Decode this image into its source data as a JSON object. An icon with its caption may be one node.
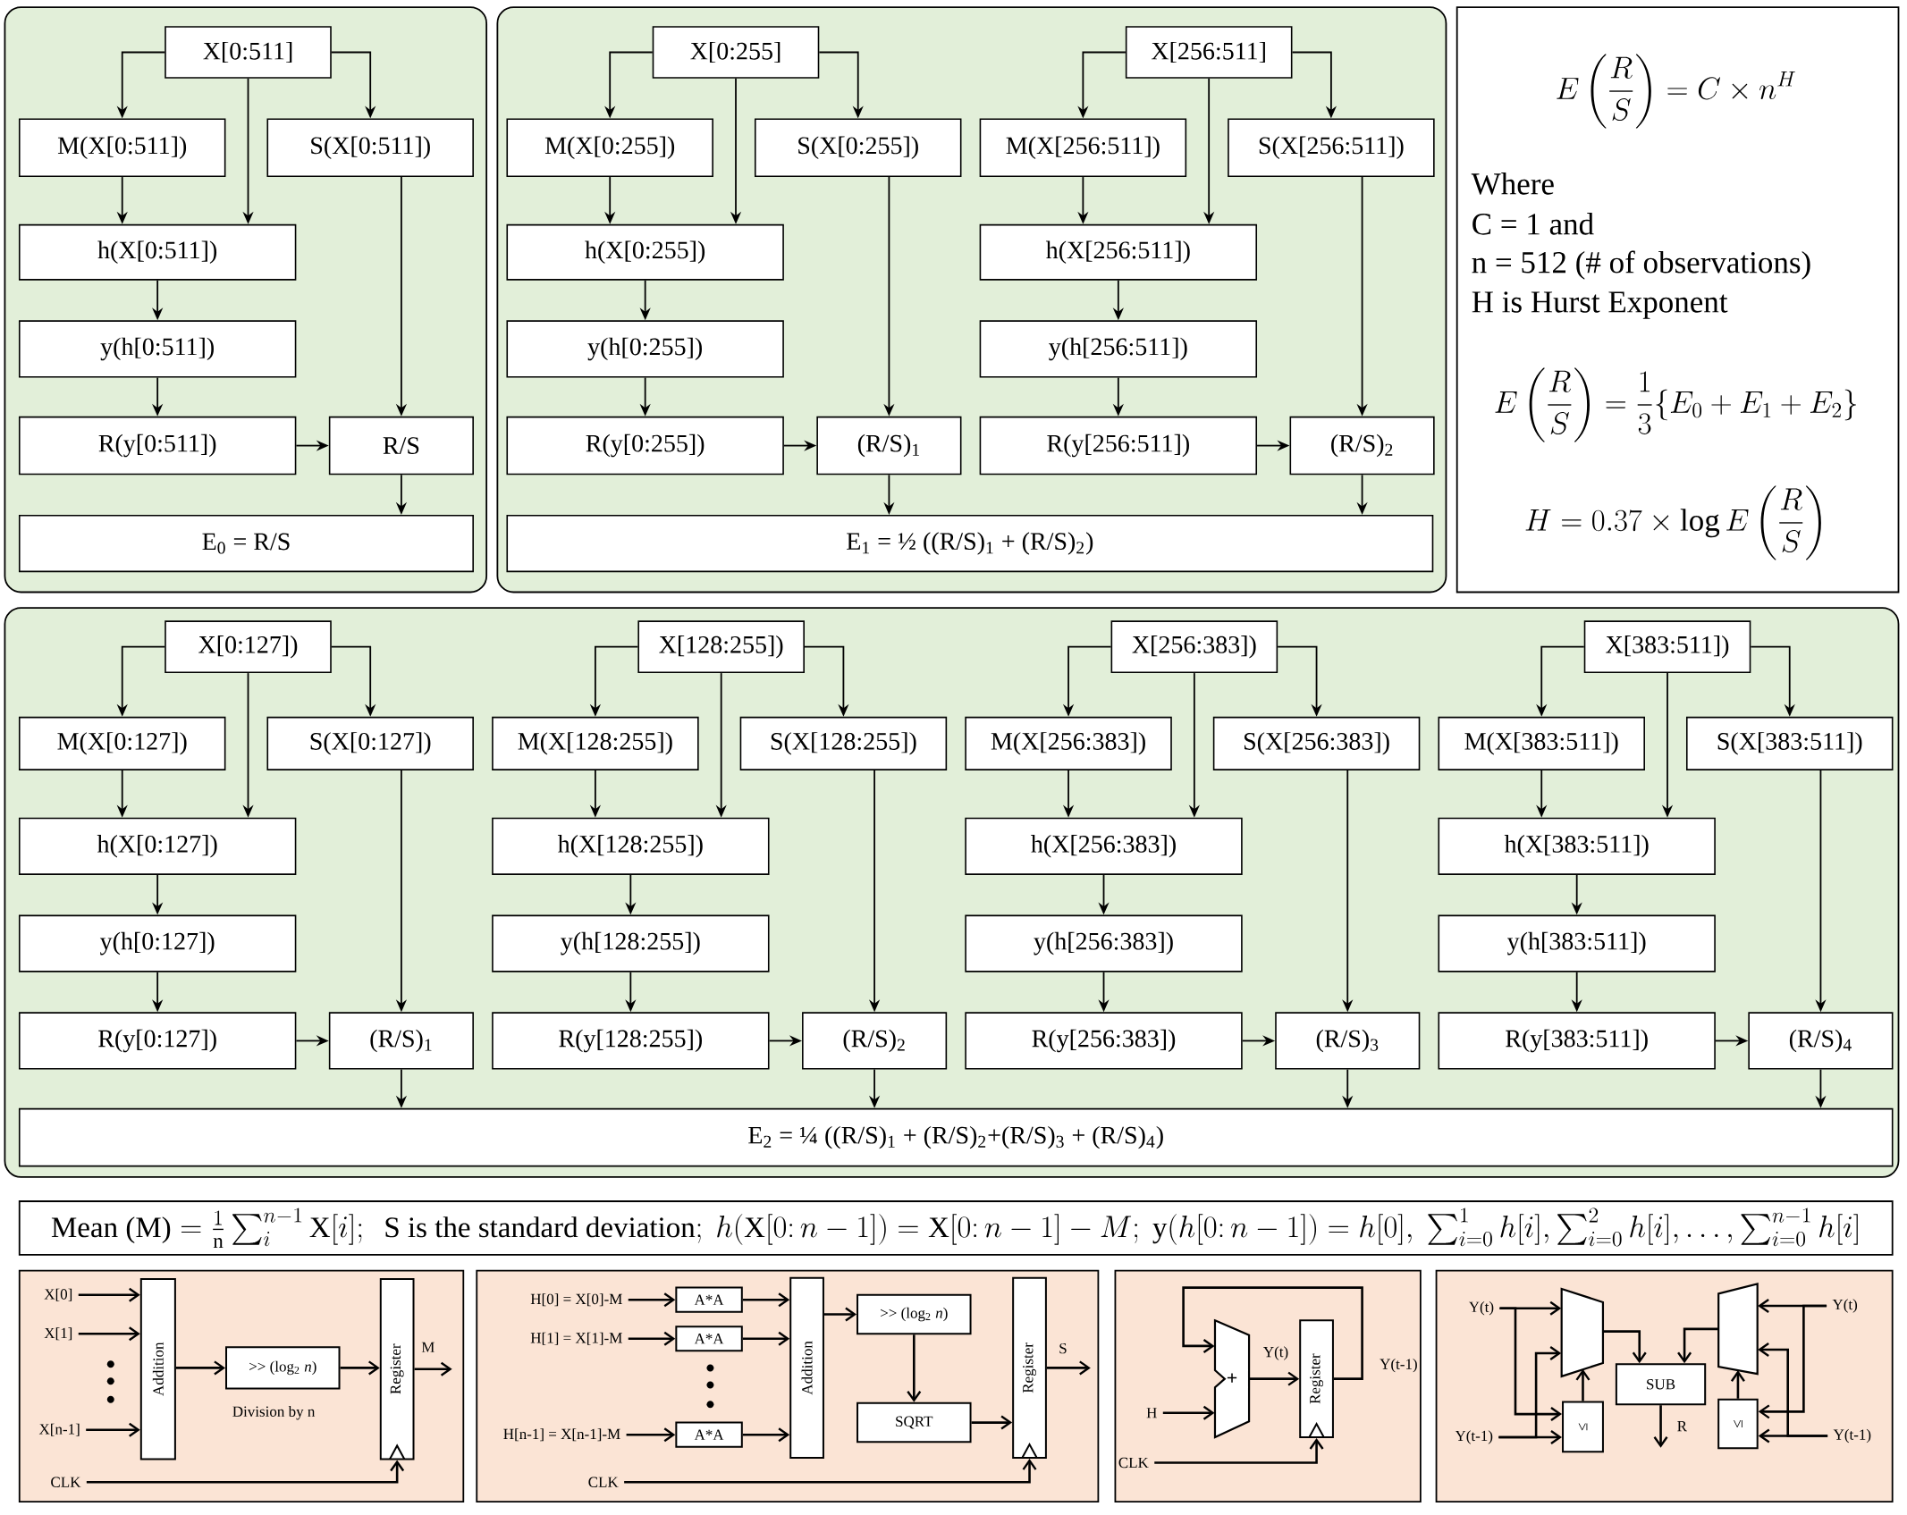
{
  "diagram": {
    "nodes": [
      {
        "text": [],
        "shape": "box"
      },
      {
        "text": [
          "X[0:511]"
        ],
        "in": 0
      },
      {
        "text": [
          "M(X[0:511])"
        ],
        "in": 0
      },
      {
        "text": [
          "S(X[0:511])"
        ],
        "in": 0
      },
      {
        "text": [
          "h(X[0:511])"
        ],
        "in": 0
      },
      {
        "text": [
          "y(h[0:511])"
        ],
        "in": 0
      },
      {
        "text": [
          "R(y[0:511])"
        ],
        "in": 0
      },
      {
        "text": [
          "R/S"
        ],
        "in": 0
      },
      {
        "text": [
          "E$_{0}$ = R/S"
        ],
        "in": 0
      },
      {
        "text": [],
        "shape": "box"
      },
      {
        "text": [
          "X[0:255]"
        ],
        "in": 9
      },
      {
        "text": [
          "M(X[0:255])"
        ],
        "in": 9
      },
      {
        "text": [
          "S(X[0:255])"
        ],
        "in": 9
      },
      {
        "text": [
          "h(X[0:255])"
        ],
        "in": 9
      },
      {
        "text": [
          "y(h[0:255])"
        ],
        "in": 9
      },
      {
        "text": [
          "R(y[0:255])"
        ],
        "in": 9
      },
      {
        "text": [
          "(R/S)$_{1}$"
        ],
        "in": 9
      },
      {
        "text": [
          "X[256:511]"
        ],
        "in": 9
      },
      {
        "text": [
          "M(X[256:511])"
        ],
        "in": 9
      },
      {
        "text": [
          "S(X[256:511])"
        ],
        "in": 9
      },
      {
        "text": [
          "h(X[256:511])"
        ],
        "in": 9
      },
      {
        "text": [
          "y(h[256:511])"
        ],
        "in": 9
      },
      {
        "text": [
          "R(y[256:511])"
        ],
        "in": 9
      },
      {
        "text": [
          "(R/S)$_{2}$"
        ],
        "in": 9
      },
      {
        "text": [
          "E$_{1}$ = ½ ((R/S)$_{1}$ + (R/S)$_{2}$)"
        ],
        "in": 9
      },
      {
        "text": [
          "E\\left(\\frac{R}{S}\\right) = C \\times n^{H}",
          "Where",
          "C = 1 and",
          "n = 512 (# of observations)",
          "H is Hurst Exponent",
          "E\\left(\\frac{R}{S}\\right) = \\frac{1}{3}\\{E_{0} + E_{1} + E_{2}\\}",
          "H = 0.37 \\times \\log E\\left(\\frac{R}{S}\\right)"
        ]
      },
      {
        "text": [],
        "shape": "box"
      },
      {
        "text": [
          "X[0:127])"
        ],
        "in": 26
      },
      {
        "text": [
          "M(X[0:127])"
        ],
        "in": 26
      },
      {
        "text": [
          "S(X[0:127])"
        ],
        "in": 26
      },
      {
        "text": [
          "h(X[0:127])"
        ],
        "in": 26
      },
      {
        "text": [
          "y(h[0:127])"
        ],
        "in": 26
      },
      {
        "text": [
          "R(y[0:127])"
        ],
        "in": 26
      },
      {
        "text": [
          "(R/S)$_{1}$"
        ],
        "in": 26
      },
      {
        "text": [
          "X[128:255])"
        ],
        "in": 26
      },
      {
        "text": [
          "M(X[128:255])"
        ],
        "in": 26
      },
      {
        "text": [
          "S(X[128:255])"
        ],
        "in": 26
      },
      {
        "text": [
          "h(X[128:255])"
        ],
        "in": 26
      },
      {
        "text": [
          "y(h[128:255])"
        ],
        "in": 26
      },
      {
        "text": [
          "R(y[128:255])"
        ],
        "in": 26
      },
      {
        "text": [
          "(R/S)$_{2}$"
        ],
        "in": 26
      },
      {
        "text": [
          "X[256:383])"
        ],
        "in": 26
      },
      {
        "text": [
          "M(X[256:383])"
        ],
        "in": 26
      },
      {
        "text": [
          "S(X[256:383])"
        ],
        "in": 26
      },
      {
        "text": [
          "h(X[256:383])"
        ],
        "in": 26
      },
      {
        "text": [
          "y(h[256:383])"
        ],
        "in": 26
      },
      {
        "text": [
          "R(y[256:383])"
        ],
        "in": 26
      },
      {
        "text": [
          "(R/S)$_{3}$"
        ],
        "in": 26
      },
      {
        "text": [
          "X[383:511])"
        ],
        "in": 26
      },
      {
        "text": [
          "M(X[383:511])"
        ],
        "in": 26
      },
      {
        "text": [
          "S(X[383:511])"
        ],
        "in": 26
      },
      {
        "text": [
          "h(X[383:511])"
        ],
        "in": 26
      },
      {
        "text": [
          "y(h[383:511])"
        ],
        "in": 26
      },
      {
        "text": [
          "R(y[383:511])"
        ],
        "in": 26
      },
      {
        "text": [
          "(R/S)$_{4}$"
        ],
        "in": 26
      },
      {
        "text": [
          "E$_{2}$ = ¼ ((R/S)$_{1}$ + (R/S)$_{2}$+(R/S)$_{3}$ + (R/S)$_{4}$)"
        ],
        "in": 26
      },
      {
        "text": [
          "\\text{Mean (M)} = \\frac{1}{\\text{n}}\\sum_{i}^{n-1}\\text{X}[i];\\ \\text{ S is the standard deviation};\\ h(\\text{X}[0{:}\\,n-1]) = \\text{X}[0{:}\\,n-1] - M;\\ \\text{y}(h[0{:}\\,n-1]) = h[0],\\ \\sum_{i=0}^{1}h[i],\\sum_{i=0}^{2}h[i],\\ldots,\\sum_{i=0}^{n-1}h[i]"
        ]
      },
      {
        "text": [],
        "shape": "box"
      },
      {
        "text": [
          "X[0]"
        ],
        "in": 57
      },
      {
        "text": [
          "X[1]"
        ],
        "in": 57
      },
      {
        "text": [
          "X[n-1]"
        ],
        "in": 57
      },
      {
        "text": [
          "CLK"
        ],
        "in": 57
      },
      {
        "text": [
          "Addition"
        ],
        "in": 57
      },
      {
        "text": [
          ">> (log$_{2}$ *n*)"
        ],
        "in": 57
      },
      {
        "text": [
          "Register"
        ],
        "in": 57
      },
      {
        "text": [],
        "shape": "box"
      },
      {
        "text": [
          "H[0] = X[0]-M"
        ],
        "in": 65
      },
      {
        "text": [
          "H[1] = X[1]-M"
        ],
        "in": 65
      },
      {
        "text": [
          "H[n-1] = X[n-1]-M"
        ],
        "in": 65
      },
      {
        "text": [
          "CLK"
        ],
        "in": 65
      },
      {
        "text": [
          "A*A"
        ],
        "in": 65
      },
      {
        "text": [
          "A*A"
        ],
        "in": 65
      },
      {
        "text": [
          "A*A"
        ],
        "in": 65
      },
      {
        "text": [
          "Addition"
        ],
        "in": 65
      },
      {
        "text": [
          ">> (log$_{2}$ *n*)"
        ],
        "in": 65
      },
      {
        "text": [
          "SQRT"
        ],
        "in": 65
      },
      {
        "text": [
          "Register"
        ],
        "in": 65
      },
      {
        "text": [],
        "shape": "box"
      },
      {
        "text": [
          "H"
        ],
        "in": 77
      },
      {
        "text": [
          "CLK"
        ],
        "in": 77
      },
      {
        "text": [
          "+"
        ],
        "in": 77
      },
      {
        "text": [
          "Register"
        ],
        "in": 77
      },
      {
        "text": [],
        "shape": "box"
      },
      {
        "text": [
          "Y(t)"
        ],
        "in": 82
      },
      {
        "text": [
          "Y(t-1)"
        ],
        "in": 82
      },
      {
        "text": [],
        "shape": "trapezoid",
        "in": 82
      },
      {
        "text": [
          "≤"
        ],
        "in": 82
      },
      {
        "text": [
          "SUB"
        ],
        "in": 82
      },
      {
        "text": [],
        "shape": "trapezoid",
        "in": 82
      },
      {
        "text": [
          "≤"
        ],
        "in": 82
      },
      {
        "text": [
          "Y(t)"
        ],
        "in": 82
      },
      {
        "text": [
          "Y(t-1)"
        ],
        "in": 82
      }
    ],
    "edges": [
      {
        "from": 1,
        "to": 2,
        "arrow": "to"
      },
      {
        "from": 1,
        "to": 3,
        "arrow": "to"
      },
      {
        "from": 1,
        "to": 4,
        "arrow": "to"
      },
      {
        "from": 2,
        "to": 4,
        "arrow": "to"
      },
      {
        "from": 4,
        "to": 5,
        "arrow": "to"
      },
      {
        "from": 5,
        "to": 6,
        "arrow": "to"
      },
      {
        "from": 6,
        "to": 7,
        "arrow": "to"
      },
      {
        "from": 3,
        "to": 7,
        "arrow": "to"
      },
      {
        "from": 7,
        "to": 8,
        "arrow": "to"
      },
      {
        "from": 10,
        "to": 11,
        "arrow": "to"
      },
      {
        "from": 10,
        "to": 12,
        "arrow": "to"
      },
      {
        "from": 10,
        "to": 13,
        "arrow": "to"
      },
      {
        "from": 11,
        "to": 13,
        "arrow": "to"
      },
      {
        "from": 13,
        "to": 14,
        "arrow": "to"
      },
      {
        "from": 14,
        "to": 15,
        "arrow": "to"
      },
      {
        "from": 15,
        "to": 16,
        "arrow": "to"
      },
      {
        "from": 12,
        "to": 16,
        "arrow": "to"
      },
      {
        "from": 16,
        "to": 24,
        "arrow": "to"
      },
      {
        "from": 17,
        "to": 18,
        "arrow": "to"
      },
      {
        "from": 17,
        "to": 19,
        "arrow": "to"
      },
      {
        "from": 17,
        "to": 20,
        "arrow": "to"
      },
      {
        "from": 18,
        "to": 20,
        "arrow": "to"
      },
      {
        "from": 20,
        "to": 21,
        "arrow": "to"
      },
      {
        "from": 21,
        "to": 22,
        "arrow": "to"
      },
      {
        "from": 22,
        "to": 23,
        "arrow": "to"
      },
      {
        "from": 19,
        "to": 23,
        "arrow": "to"
      },
      {
        "from": 23,
        "to": 24,
        "arrow": "to"
      },
      {
        "from": 27,
        "to": 28,
        "arrow": "to"
      },
      {
        "from": 27,
        "to": 29,
        "arrow": "to"
      },
      {
        "from": 27,
        "to": 30,
        "arrow": "to"
      },
      {
        "from": 28,
        "to": 30,
        "arrow": "to"
      },
      {
        "from": 30,
        "to": 31,
        "arrow": "to"
      },
      {
        "from": 31,
        "to": 32,
        "arrow": "to"
      },
      {
        "from": 32,
        "to": 33,
        "arrow": "to"
      },
      {
        "from": 29,
        "to": 33,
        "arrow": "to"
      },
      {
        "from": 33,
        "to": 55,
        "arrow": "to"
      },
      {
        "from": 34,
        "to": 35,
        "arrow": "to"
      },
      {
        "from": 34,
        "to": 36,
        "arrow": "to"
      },
      {
        "from": 34,
        "to": 37,
        "arrow": "to"
      },
      {
        "from": 35,
        "to": 37,
        "arrow": "to"
      },
      {
        "from": 37,
        "to": 38,
        "arrow": "to"
      },
      {
        "from": 38,
        "to": 39,
        "arrow": "to"
      },
      {
        "from": 39,
        "to": 40,
        "arrow": "to"
      },
      {
        "from": 36,
        "to": 40,
        "arrow": "to"
      },
      {
        "from": 40,
        "to": 55,
        "arrow": "to"
      },
      {
        "from": 41,
        "to": 42,
        "arrow": "to"
      },
      {
        "from": 41,
        "to": 43,
        "arrow": "to"
      },
      {
        "from": 41,
        "to": 44,
        "arrow": "to"
      },
      {
        "from": 42,
        "to": 44,
        "arrow": "to"
      },
      {
        "from": 44,
        "to": 45,
        "arrow": "to"
      },
      {
        "from": 45,
        "to": 46,
        "arrow": "to"
      },
      {
        "from": 46,
        "to": 47,
        "arrow": "to"
      },
      {
        "from": 43,
        "to": 47,
        "arrow": "to"
      },
      {
        "from": 47,
        "to": 55,
        "arrow": "to"
      },
      {
        "from": 48,
        "to": 49,
        "arrow": "to"
      },
      {
        "from": 48,
        "to": 50,
        "arrow": "to"
      },
      {
        "from": 48,
        "to": 51,
        "arrow": "to"
      },
      {
        "from": 49,
        "to": 51,
        "arrow": "to"
      },
      {
        "from": 51,
        "to": 52,
        "arrow": "to"
      },
      {
        "from": 52,
        "to": 53,
        "arrow": "to"
      },
      {
        "from": 53,
        "to": 54,
        "arrow": "to"
      },
      {
        "from": 50,
        "to": 54,
        "arrow": "to"
      },
      {
        "from": 54,
        "to": 55,
        "arrow": "to"
      },
      {
        "from": 58,
        "to": 62,
        "arrow": "to"
      },
      {
        "from": 59,
        "to": 62,
        "arrow": "to"
      },
      {
        "from": 60,
        "to": 62,
        "arrow": "to"
      },
      {
        "from": 62,
        "to": 63,
        "arrow": "to"
      },
      {
        "from": 63,
        "to": 64,
        "arrow": "to"
      },
      {
        "from": 64,
        "to": null,
        "arrow": "to",
        "label": "M"
      },
      {
        "from": 61,
        "to": 64,
        "arrow": "to"
      },
      {
        "from": 66,
        "to": 70,
        "arrow": "to"
      },
      {
        "from": 67,
        "to": 71,
        "arrow": "to"
      },
      {
        "from": 68,
        "to": 72,
        "arrow": "to"
      },
      {
        "from": 70,
        "to": 73,
        "arrow": "to"
      },
      {
        "from": 71,
        "to": 73,
        "arrow": "to"
      },
      {
        "from": 72,
        "to": 73,
        "arrow": "to"
      },
      {
        "from": 73,
        "to": 74,
        "arrow": "to"
      },
      {
        "from": 74,
        "to": 75,
        "arrow": "to"
      },
      {
        "from": 75,
        "to": 76,
        "arrow": "to"
      },
      {
        "from": 76,
        "to": null,
        "arrow": "to",
        "label": "S"
      },
      {
        "from": 69,
        "to": 76,
        "arrow": "to"
      },
      {
        "from": 78,
        "to": 80,
        "arrow": "to"
      },
      {
        "from": 80,
        "to": 81,
        "arrow": "to",
        "label": "Y(t)"
      },
      {
        "from": 81,
        "to": 80,
        "arrow": "to",
        "label": "Y(t-1)"
      },
      {
        "from": 79,
        "to": 81,
        "arrow": "to"
      },
      {
        "from": 83,
        "to": 85,
        "arrow": "to"
      },
      {
        "from": 83,
        "to": 86,
        "arrow": "to"
      },
      {
        "from": 84,
        "to": 86,
        "arrow": "to"
      },
      {
        "from": 84,
        "to": 85,
        "arrow": "to"
      },
      {
        "from": 86,
        "to": 85,
        "arrow": "to"
      },
      {
        "from": 85,
        "to": 87,
        "arrow": "to"
      },
      {
        "from": 90,
        "to": 88,
        "arrow": "to"
      },
      {
        "from": 90,
        "to": 89,
        "arrow": "to"
      },
      {
        "from": 91,
        "to": 89,
        "arrow": "to"
      },
      {
        "from": 91,
        "to": 88,
        "arrow": "to"
      },
      {
        "from": 89,
        "to": 88,
        "arrow": "to"
      },
      {
        "from": 88,
        "to": 87,
        "arrow": "to"
      },
      {
        "from": 87,
        "to": null,
        "arrow": "to",
        "label": "R"
      }
    ],
    "labels": [
      "Division by n"
    ]
  }
}
